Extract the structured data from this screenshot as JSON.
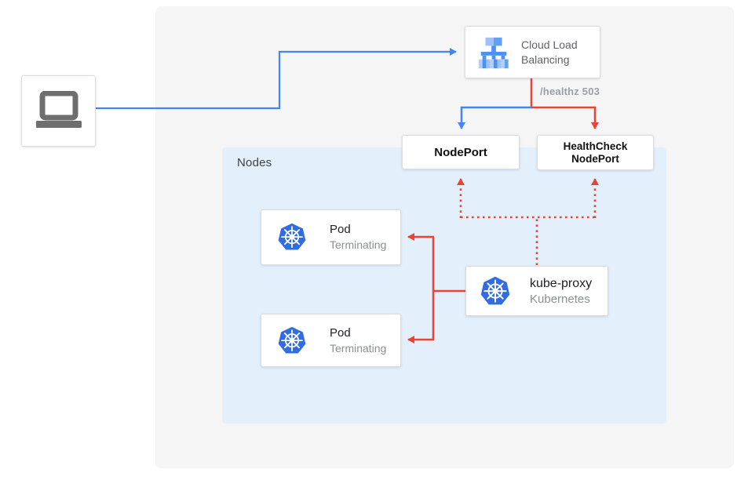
{
  "diagram": {
    "nodes_panel": {
      "label": "Nodes"
    },
    "client": {
      "icon": "laptop-icon"
    },
    "cloud_load_balancing": {
      "icon": "cloud-load-balancing-icon",
      "label_line1": "Cloud Load",
      "label_line2": "Balancing"
    },
    "healthz_label": "/healthz 503",
    "nodeport": {
      "label": "NodePort"
    },
    "healthcheck_nodeport": {
      "label_line1": "HealthCheck",
      "label_line2": "NodePort"
    },
    "pods": [
      {
        "icon": "kubernetes-icon",
        "title": "Pod",
        "status": "Terminating"
      },
      {
        "icon": "kubernetes-icon",
        "title": "Pod",
        "status": "Terminating"
      }
    ],
    "kube_proxy": {
      "icon": "kubernetes-icon",
      "title": "kube-proxy",
      "subtitle": "Kubernetes"
    },
    "colors": {
      "line_blue": "#4285f4",
      "line_red": "#ea4335",
      "nodes_bg": "#e3f0fc",
      "panel_bg": "#f5f5f5",
      "kubernetes_blue": "#326ce5",
      "border_gray": "#dadce0",
      "text_dark": "#202124",
      "text_gray": "#8b9095",
      "healthz_gray": "#9aa0a6"
    }
  }
}
